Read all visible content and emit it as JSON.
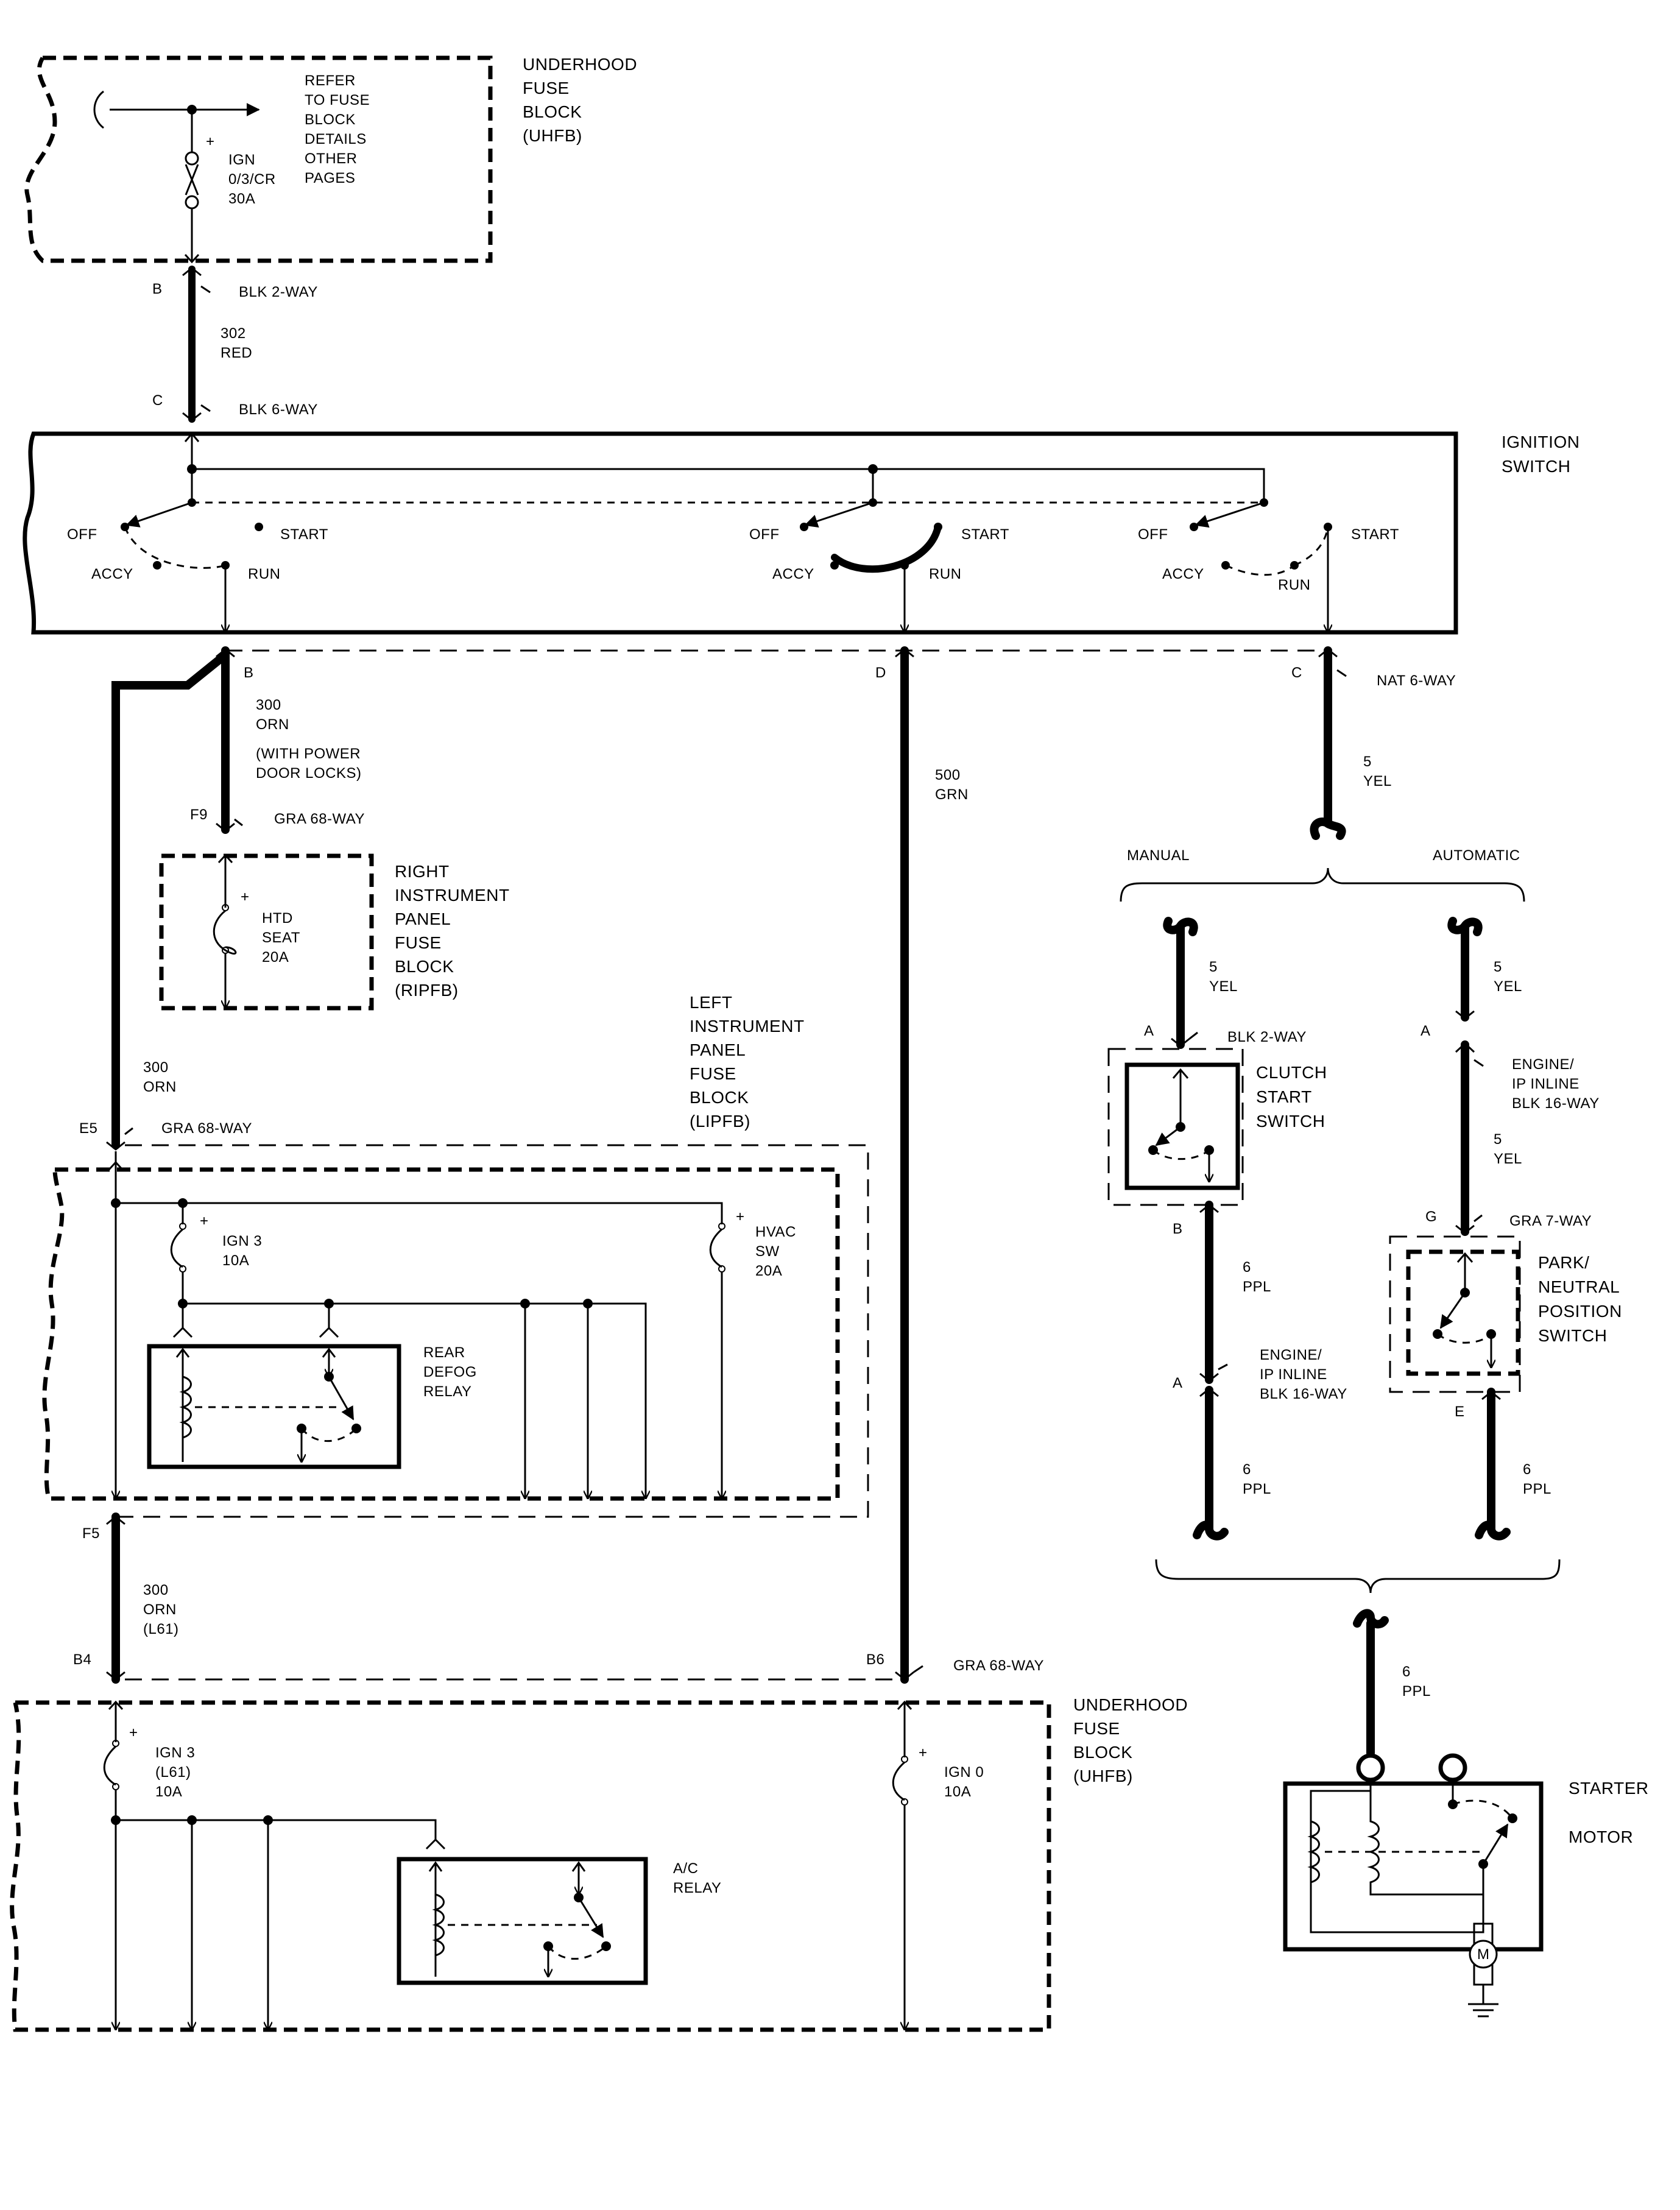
{
  "uhfb_top": {
    "name_lines": [
      "UNDERHOOD",
      "FUSE",
      "BLOCK",
      "(UHFB)"
    ],
    "refer_lines": [
      "REFER",
      "TO FUSE",
      "BLOCK",
      "DETAILS",
      "OTHER",
      "PAGES"
    ],
    "fuse_lines": [
      "IGN",
      "0/3/CR",
      "30A"
    ],
    "plus": "+"
  },
  "conn_b_top": {
    "pin": "B",
    "label": "BLK 2-WAY"
  },
  "wire_302": {
    "num": "302",
    "color": "RED"
  },
  "conn_c_top": {
    "pin": "C",
    "label": "BLK 6-WAY"
  },
  "ignition_switch": {
    "name_lines": [
      "IGNITION",
      "SWITCH"
    ],
    "off": "OFF",
    "start": "START",
    "accy": "ACCY",
    "run": "RUN"
  },
  "conn_b_mid": {
    "pin": "B"
  },
  "conn_d_mid": {
    "pin": "D"
  },
  "conn_c_mid": {
    "pin": "C",
    "label": "NAT 6-WAY"
  },
  "wire_300_top": {
    "num": "300",
    "color": "ORN",
    "note_lines": [
      "(WITH POWER",
      "DOOR LOCKS)"
    ]
  },
  "wire_500": {
    "num": "500",
    "color": "GRN"
  },
  "wire_5_top": {
    "num": "5",
    "color": "YEL"
  },
  "conn_f9": {
    "pin": "F9",
    "label": "GRA 68-WAY"
  },
  "ripfb": {
    "name_lines": [
      "RIGHT",
      "INSTRUMENT",
      "PANEL",
      "FUSE",
      "BLOCK",
      "(RIPFB)"
    ],
    "fuse_lines": [
      "HTD",
      "SEAT",
      "20A"
    ],
    "plus": "+"
  },
  "trans": {
    "manual": "MANUAL",
    "automatic": "AUTOMATIC"
  },
  "lipfb": {
    "name_lines": [
      "LEFT",
      "INSTRUMENT",
      "PANEL",
      "FUSE",
      "BLOCK",
      "(LIPFB)"
    ],
    "ign3_lines": [
      "IGN 3",
      "10A"
    ],
    "hvac_lines": [
      "HVAC",
      "SW",
      "20A"
    ],
    "relay_lines": [
      "REAR",
      "DEFOG",
      "RELAY"
    ],
    "plus": "+"
  },
  "wire_300_mid": {
    "num": "300",
    "color": "ORN"
  },
  "conn_e5": {
    "pin": "E5",
    "label": "GRA 68-WAY"
  },
  "manual_branch": {
    "wire_5": {
      "num": "5",
      "color": "YEL"
    },
    "conn_a": {
      "pin": "A",
      "label": "BLK 2-WAY"
    },
    "switch_lines": [
      "CLUTCH",
      "START",
      "SWITCH"
    ],
    "conn_b": {
      "pin": "B"
    },
    "wire_6a": {
      "num": "6",
      "color": "PPL"
    },
    "inline": {
      "pin": "A",
      "lines": [
        "ENGINE/",
        "IP INLINE",
        "BLK 16-WAY"
      ]
    },
    "wire_6b": {
      "num": "6",
      "color": "PPL"
    }
  },
  "auto_branch": {
    "wire_5a": {
      "num": "5",
      "color": "YEL"
    },
    "inline": {
      "pin": "A",
      "lines": [
        "ENGINE/",
        "IP INLINE",
        "BLK 16-WAY"
      ]
    },
    "wire_5b": {
      "num": "5",
      "color": "YEL"
    },
    "conn_g": {
      "pin": "G",
      "label": "GRA 7-WAY"
    },
    "switch_lines": [
      "PARK/",
      "NEUTRAL",
      "POSITION",
      "SWITCH"
    ],
    "conn_e": {
      "pin": "E"
    },
    "wire_6": {
      "num": "6",
      "color": "PPL"
    }
  },
  "conn_f5": {
    "pin": "F5"
  },
  "wire_300_bot": {
    "num": "300",
    "color": "ORN",
    "note": "(L61)"
  },
  "conn_b4": {
    "pin": "B4"
  },
  "conn_b6": {
    "pin": "B6",
    "label": "GRA 68-WAY"
  },
  "uhfb_bottom": {
    "name_lines": [
      "UNDERHOOD",
      "FUSE",
      "BLOCK",
      "(UHFB)"
    ],
    "ign3_lines": [
      "IGN 3",
      "(L61)",
      "10A"
    ],
    "ign0_lines": [
      "IGN 0",
      "10A"
    ],
    "relay_lines": [
      "A/C",
      "RELAY"
    ],
    "plus": "+"
  },
  "wire_6_start": {
    "num": "6",
    "color": "PPL"
  },
  "starter": {
    "label1": "STARTER",
    "label2": "MOTOR",
    "m": "M"
  }
}
